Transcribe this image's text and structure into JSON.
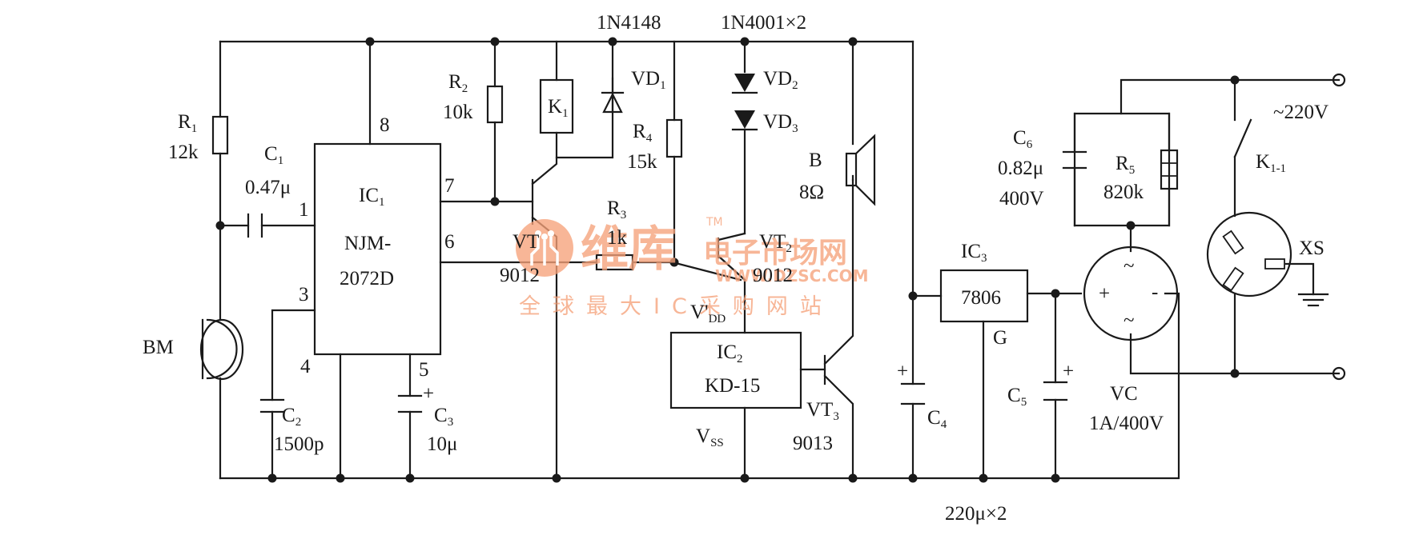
{
  "labels": {
    "d_1n4148": "1N4148",
    "d_1n4001": "1N4001×2",
    "r1": "R",
    "r1_sub": "1",
    "r1_val": "12k",
    "c1": "C",
    "c1_sub": "1",
    "c1_val": "0.47μ",
    "r2": "R",
    "r2_sub": "2",
    "r2_val": "10k",
    "k1": "K",
    "k1_sub": "1",
    "vd1": "VD",
    "vd1_sub": "1",
    "vd2": "VD",
    "vd2_sub": "2",
    "vd3": "VD",
    "vd3_sub": "3",
    "r4": "R",
    "r4_sub": "4",
    "r4_val": "15k",
    "b": "B",
    "b_val": "8Ω",
    "r3": "R",
    "r3_sub": "3",
    "r3_val": "1k",
    "ic1": "IC",
    "ic1_sub": "1",
    "ic1_part_a": "NJM-",
    "ic1_part_b": "2072D",
    "pin1": "1",
    "pin3": "3",
    "pin4": "4",
    "pin5": "5",
    "pin6": "6",
    "pin7": "7",
    "pin8": "8",
    "vt1": "VT",
    "vt1_val": "9012",
    "vt2": "VT",
    "vt2_sub": "2",
    "vt2_val": "9012",
    "vdd": "V'",
    "vdd_sub": "DD",
    "ic2": "IC",
    "ic2_sub": "2",
    "ic2_part": "KD-15",
    "vss": "V",
    "vss_sub": "SS",
    "vt3": "VT",
    "vt3_sub": "3",
    "vt3_val": "9013",
    "bm": "BM",
    "c2": "C",
    "c2_sub": "2",
    "c2_val": "1500p",
    "c3": "C",
    "c3_sub": "3",
    "c3_val": "10μ",
    "c4": "C",
    "c4_sub": "4",
    "c5": "C",
    "c5_sub": "5",
    "caps_val": "220μ×2",
    "ic3": "IC",
    "ic3_sub": "3",
    "ic3_part": "7806",
    "ic3_g": "G",
    "c6": "C",
    "c6_sub": "6",
    "c6_val_a": "0.82μ",
    "c6_val_b": "400V",
    "r5": "R",
    "r5_sub": "5",
    "r5_val": "820k",
    "vc": "VC",
    "vc_val": "1A/400V",
    "ac": "~220V",
    "k11": "K",
    "k11_sub": "1-1",
    "xs": "XS",
    "plus": "+",
    "minus": "-",
    "tilde": "~"
  },
  "watermark": {
    "logo_text": "维库",
    "tagline": "电子市场网",
    "url": "WWW.DZSC.COM",
    "subline": "全球最大IC采购网站",
    "tm": "TM"
  }
}
